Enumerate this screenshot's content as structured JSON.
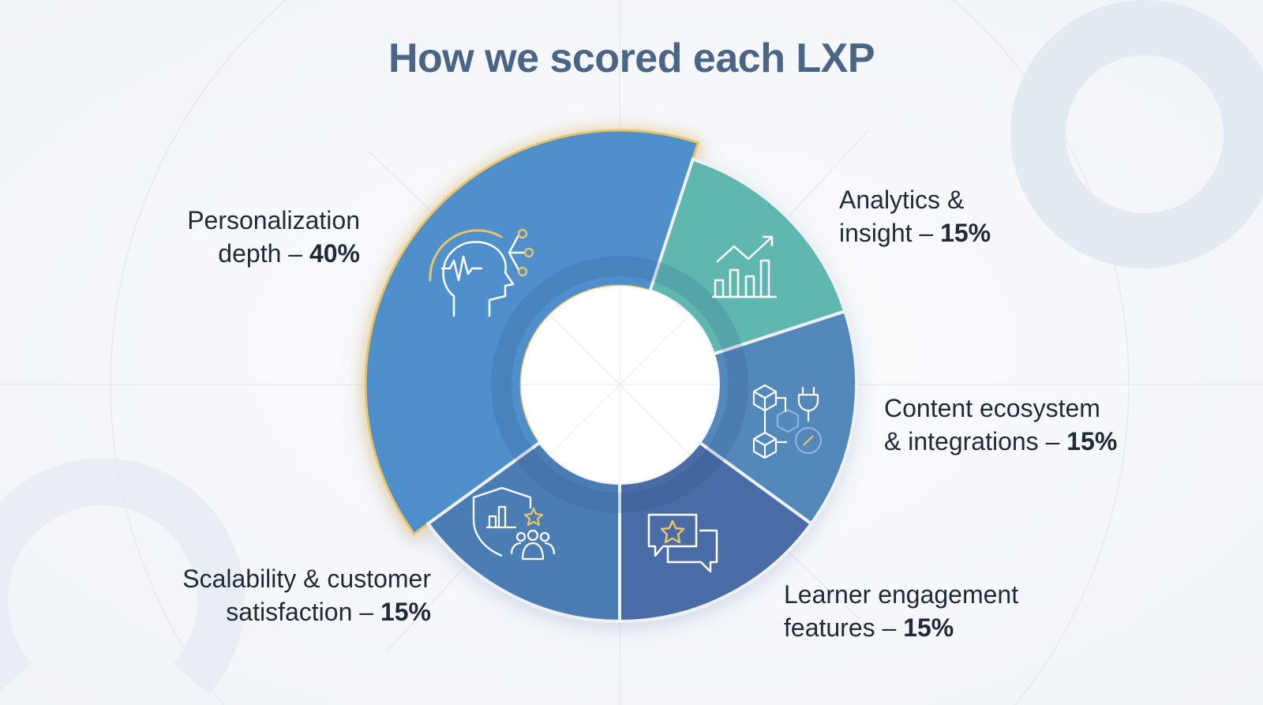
{
  "chart_data": {
    "type": "pie",
    "variant": "donut",
    "title": "How we scored each LXP",
    "slices": [
      {
        "label_line1": "Personalization",
        "label_line2": "depth –",
        "value": 40,
        "value_label": "40%",
        "color": "#4f8fcb",
        "icon": "brain-head-icon",
        "highlighted": true
      },
      {
        "label_line1": "Analytics &",
        "label_line2": "insight –",
        "value": 15,
        "value_label": "15%",
        "color": "#5eb7b0",
        "icon": "growth-chart-icon"
      },
      {
        "label_line1": "Content ecosystem",
        "label_line2": "& integrations –",
        "value": 15,
        "value_label": "15%",
        "color": "#5388bb",
        "icon": "integration-blocks-icon"
      },
      {
        "label_line1": "Learner engagement",
        "label_line2": "features –",
        "value": 15,
        "value_label": "15%",
        "color": "#4a6ca6",
        "icon": "chat-star-icon"
      },
      {
        "label_line1": "Scalability & customer",
        "label_line2": "satisfaction –",
        "value": 15,
        "value_label": "15%",
        "color": "#4b7db5",
        "icon": "shield-users-icon"
      }
    ]
  },
  "colors": {
    "title": "#4a6585",
    "highlight": "#e8c46a",
    "icon_accent": "#e0b75a"
  }
}
